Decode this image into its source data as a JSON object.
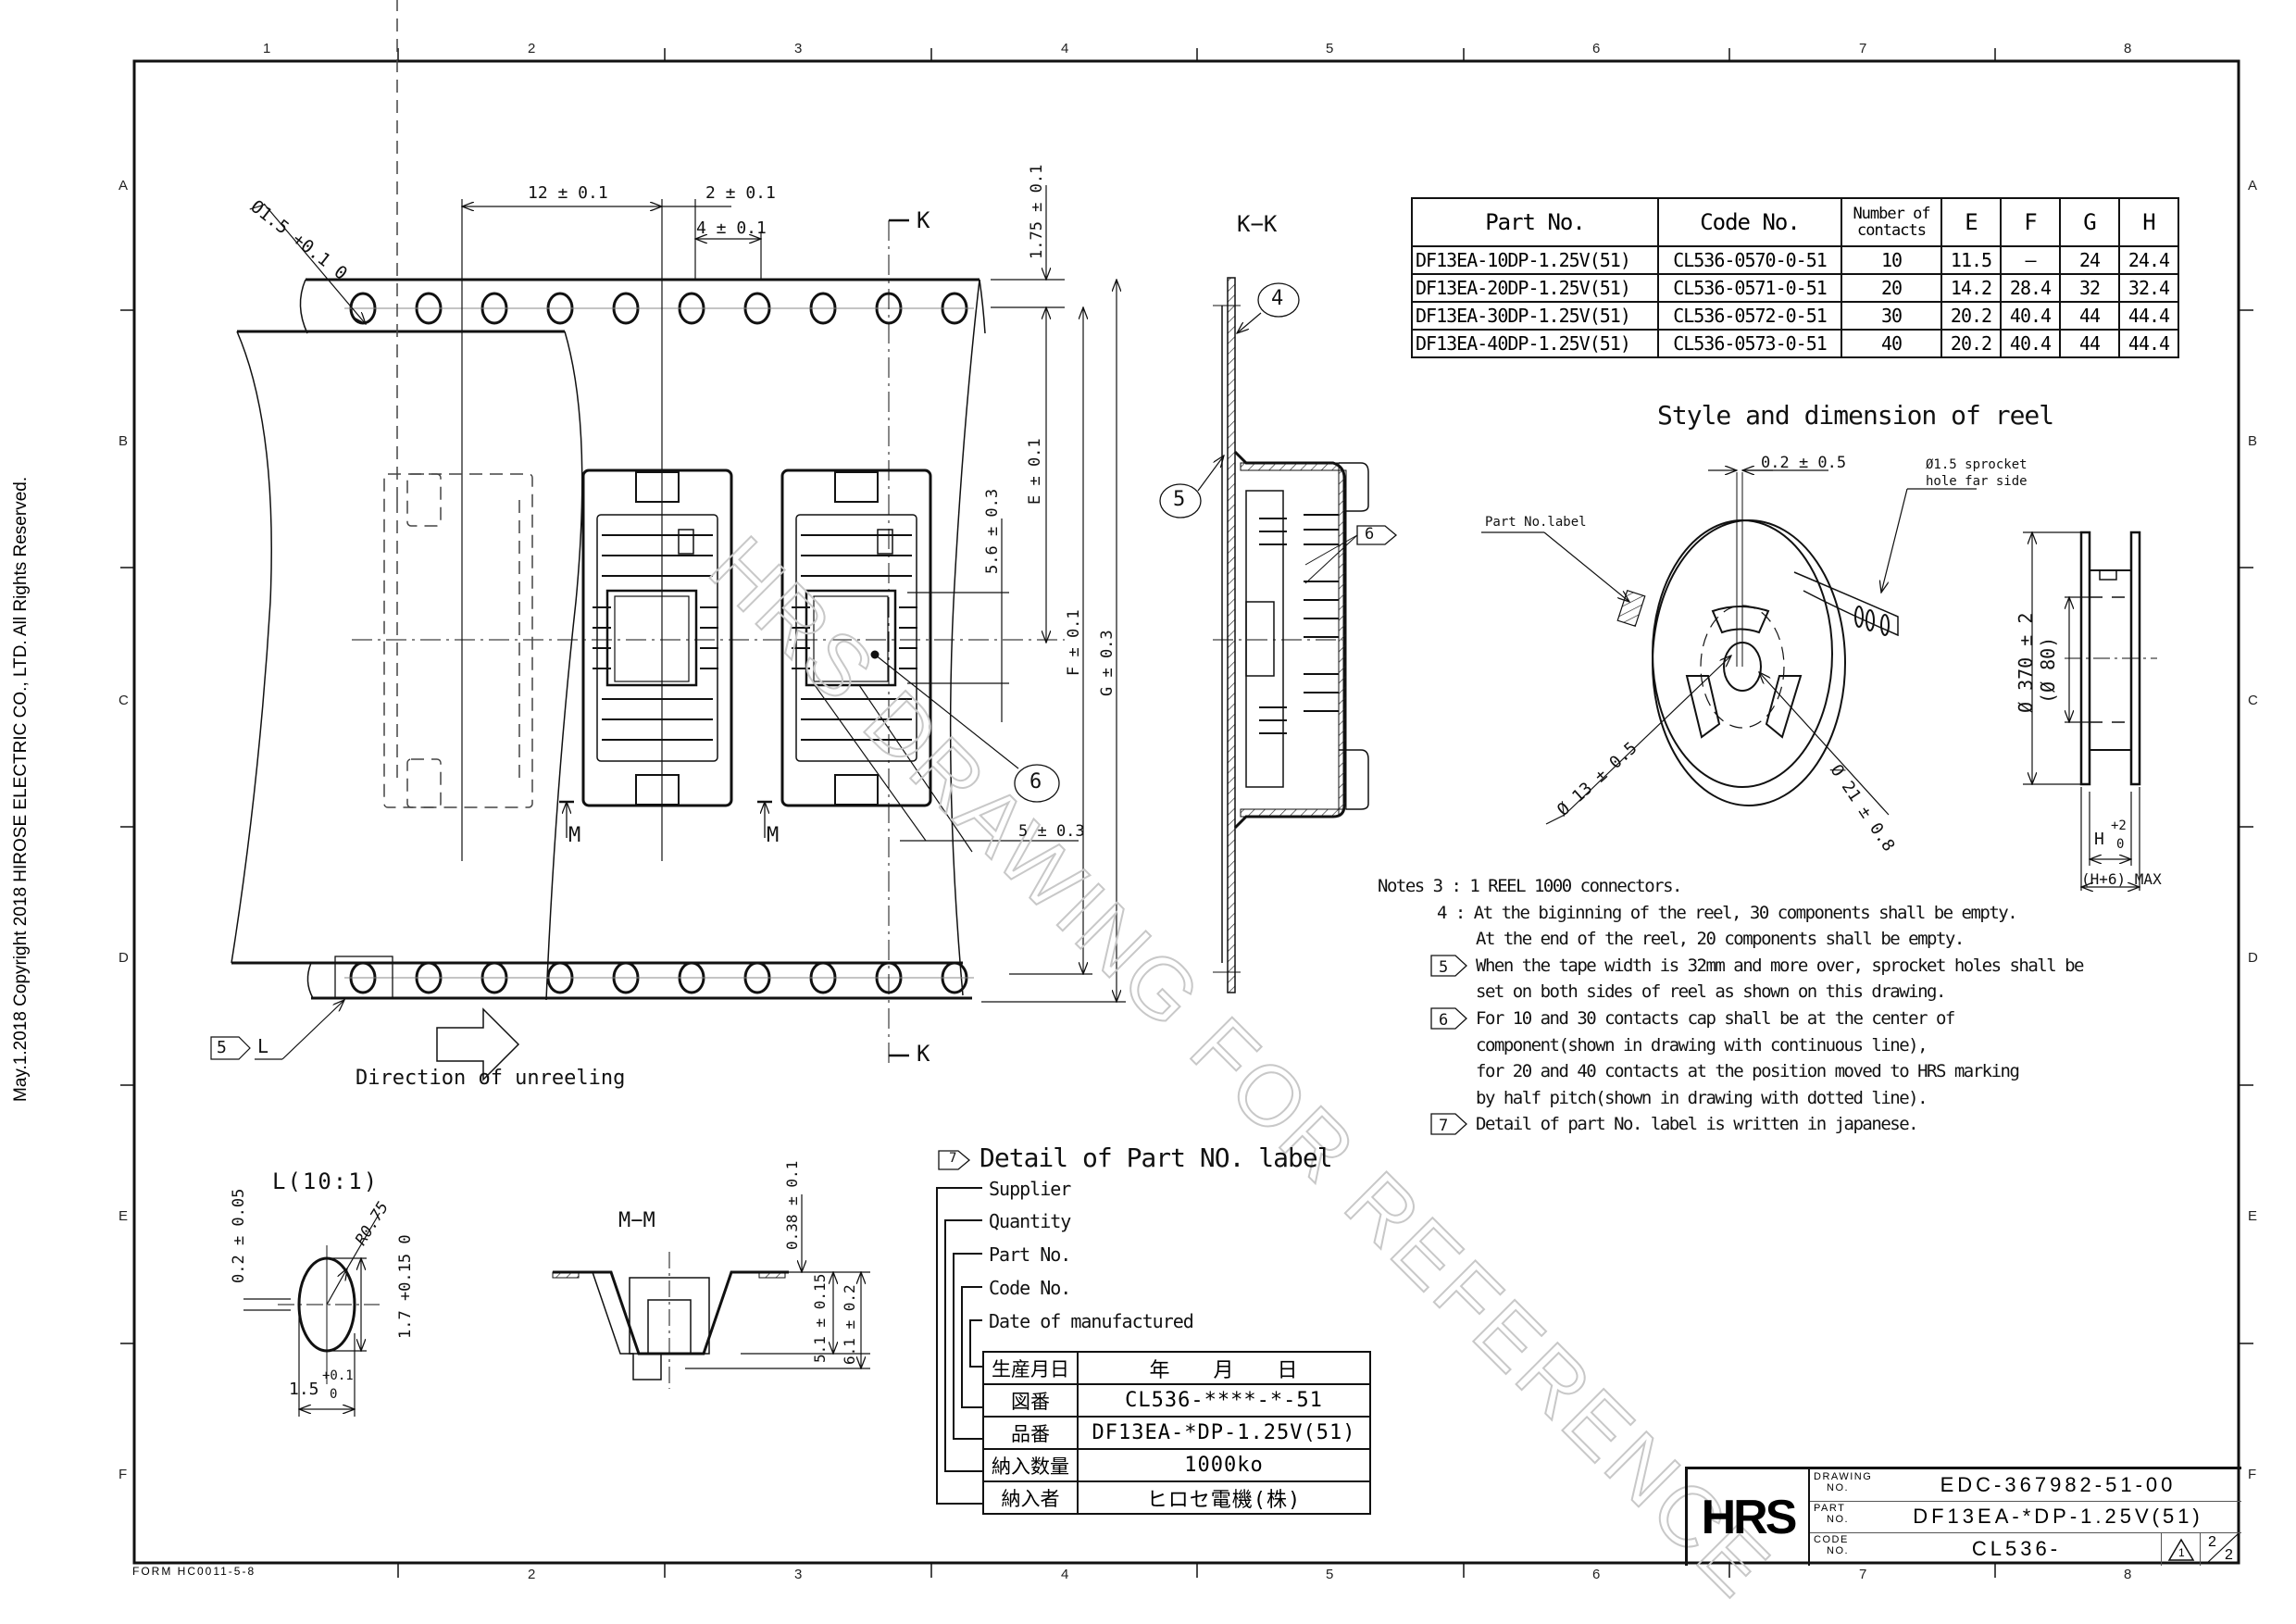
{
  "sheet": {
    "copyright": "May.1.2018  Copyright 2018 HIROSE ELECTRIC CO., LTD. All Rights Reserved.",
    "form_no": "FORM HC0011-5-8",
    "watermark": "HRS DRAWING FOR REFERENCE",
    "zones_columns": [
      "1",
      "2",
      "3",
      "4",
      "5",
      "6",
      "7",
      "8"
    ],
    "zones_rows": [
      "A",
      "B",
      "C",
      "D",
      "E",
      "F"
    ]
  },
  "parts_table": {
    "headers": [
      "Part No.",
      "Code No.",
      "Number of contacts",
      "E",
      "F",
      "G",
      "H"
    ],
    "header_nc_line1": "Number of",
    "header_nc_line2": "contacts",
    "rows": [
      {
        "part_no": "DF13EA-10DP-1.25V(51)",
        "code_no": "CL536-0570-0-51",
        "contacts": "10",
        "E": "11.5",
        "F": "—",
        "G": "24",
        "H": "24.4"
      },
      {
        "part_no": "DF13EA-20DP-1.25V(51)",
        "code_no": "CL536-0571-0-51",
        "contacts": "20",
        "E": "14.2",
        "F": "28.4",
        "G": "32",
        "H": "32.4"
      },
      {
        "part_no": "DF13EA-30DP-1.25V(51)",
        "code_no": "CL536-0572-0-51",
        "contacts": "30",
        "E": "20.2",
        "F": "40.4",
        "G": "44",
        "H": "44.4"
      },
      {
        "part_no": "DF13EA-40DP-1.25V(51)",
        "code_no": "CL536-0573-0-51",
        "contacts": "40",
        "E": "20.2",
        "F": "40.4",
        "G": "44",
        "H": "44.4"
      }
    ]
  },
  "tape_view": {
    "dims": {
      "hole_dia": "Ø1.5 +0.1 0",
      "pitch_12": "12 ± 0.1",
      "dim_2": "2 ± 0.1",
      "dim_4": "4 ± 0.1",
      "dim_175": "1.75 ± 0.1",
      "dim_E": "E ± 0.1",
      "dim_F": "F ± 0.1",
      "dim_G": "G ± 0.3",
      "dim_56": "5.6 ± 0.3",
      "dim_5": "5 ± 0.3"
    },
    "section_K": "K",
    "section_M": "M",
    "balloon_6": "6",
    "note_flag_5": "5",
    "detail_L_ref": "L",
    "direction_label": "Direction of unreeling"
  },
  "kk_view": {
    "title": "K−K",
    "balloon_4": "4",
    "balloon_5": "5",
    "flag_6": "6"
  },
  "detail_L": {
    "title": "L(10:1)",
    "dims": {
      "r": "R0.75",
      "dim_02": "0.2 ± 0.05",
      "dim_17": "1.7 +0.15 0",
      "dim_15_main": "1.5",
      "dim_15_tol_up": "+0.1",
      "dim_15_tol_dn": "0"
    }
  },
  "section_MM": {
    "title": "M−M",
    "dims": {
      "dim_038": "0.38 ± 0.1",
      "dim_51": "5.1 ± 0.15",
      "dim_61": "6.1 ± 0.2"
    }
  },
  "reel": {
    "title": "Style and dimension of reel",
    "dim_02": "0.2 ± 0.5",
    "sprocket_note_1": "Ø1.5 sprocket",
    "sprocket_note_2": "hole far side",
    "part_label": "Part No.label",
    "dim_13": "Ø 13 ± 0.5",
    "dim_21": "Ø 21 ± 0.8",
    "dim_370": "Ø 370 ± 2",
    "dim_80": "(Ø 80)",
    "dim_H": "H",
    "dim_H_tol_up": "+2",
    "dim_H_tol_dn": "0",
    "dim_Hmax": "(H+6) MAX"
  },
  "notes": {
    "lines": [
      {
        "flag": "",
        "prefix": "Notes 3 : ",
        "text": "1 REEL 1000 connectors."
      },
      {
        "flag": "",
        "prefix": "4 : ",
        "text": "At the biginning of the reel, 30 components shall be empty."
      },
      {
        "flag": "",
        "prefix": "",
        "text": "At the end of the reel, 20 components shall be empty."
      },
      {
        "flag": "5",
        "prefix": "",
        "text": "When the tape width is 32mm and more over, sprocket holes shall be"
      },
      {
        "flag": "",
        "prefix": "",
        "text": "set on both sides of reel as shown on this drawing."
      },
      {
        "flag": "6",
        "prefix": "",
        "text": "For 10 and 30 contacts cap shall be at the center of"
      },
      {
        "flag": "",
        "prefix": "",
        "text": "component(shown in drawing with continuous line),"
      },
      {
        "flag": "",
        "prefix": "",
        "text": "for 20 and 40 contacts at the position moved to HRS marking"
      },
      {
        "flag": "",
        "prefix": "",
        "text": "by half pitch(shown in drawing with dotted line)."
      },
      {
        "flag": "7",
        "prefix": "",
        "text": "Detail of part No. label is written in japanese."
      }
    ]
  },
  "label_detail": {
    "flag": "7",
    "title": "Detail of Part NO. label",
    "callouts": [
      "Supplier",
      "Quantity",
      "Part No.",
      "Code No.",
      "Date of manufactured"
    ],
    "rows": [
      {
        "key": "生産月日",
        "value": "年　　月　　日"
      },
      {
        "key": "図番",
        "value": "CL536-****-*-51"
      },
      {
        "key": "品番",
        "value": "DF13EA-*DP-1.25V(51)"
      },
      {
        "key": "納入数量",
        "value": "1000ko"
      },
      {
        "key": "納入者",
        "value": "ヒロセ電機(株)"
      }
    ]
  },
  "title_block": {
    "logo": "HRS",
    "drawing_no_label_1": "DRAWING",
    "drawing_no_label_2": "NO.",
    "drawing_no": "EDC-367982-51-00",
    "part_no_label_1": "PART",
    "part_no_label_2": "NO.",
    "part_no": "DF13EA-*DP-1.25V(51)",
    "code_no_label_1": "CODE",
    "code_no_label_2": "NO.",
    "code_no": "CL536-",
    "revision": "1",
    "sheet_num": "2",
    "sheet_total": "2"
  }
}
